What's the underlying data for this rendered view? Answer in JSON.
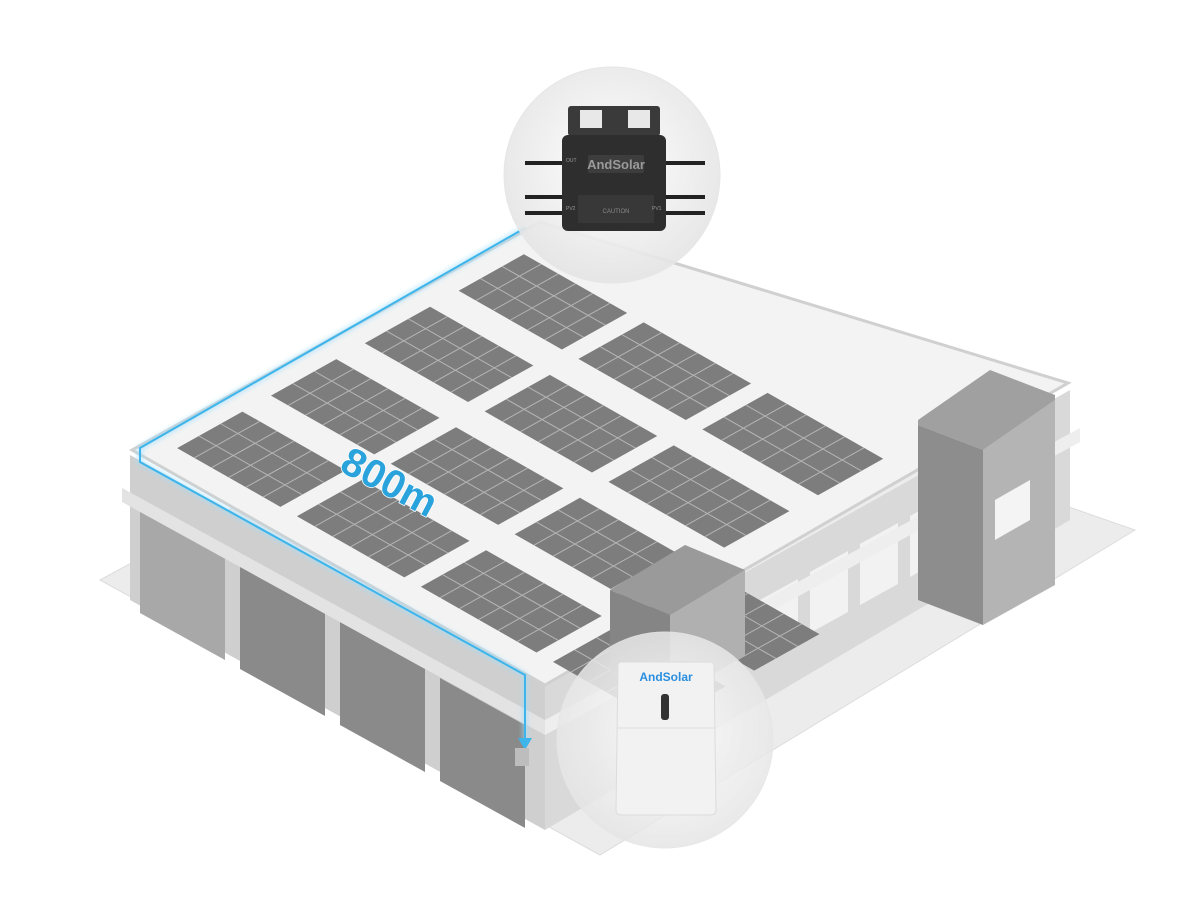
{
  "distance_label": "800m",
  "microinverter": {
    "brand": "AndSolar",
    "port_out": "OUT",
    "port_pv1": "PV1",
    "port_pv2": "PV2",
    "warning": "CAUTION"
  },
  "gateway": {
    "brand": "AndSolar"
  },
  "colors": {
    "cable": "#3db4ea",
    "label": "#2aa3dc",
    "panel": "#7d7d7d",
    "roof": "#f1f1f1",
    "wall": "#cfcfcf",
    "brand_blue": "#2a8fe0"
  }
}
